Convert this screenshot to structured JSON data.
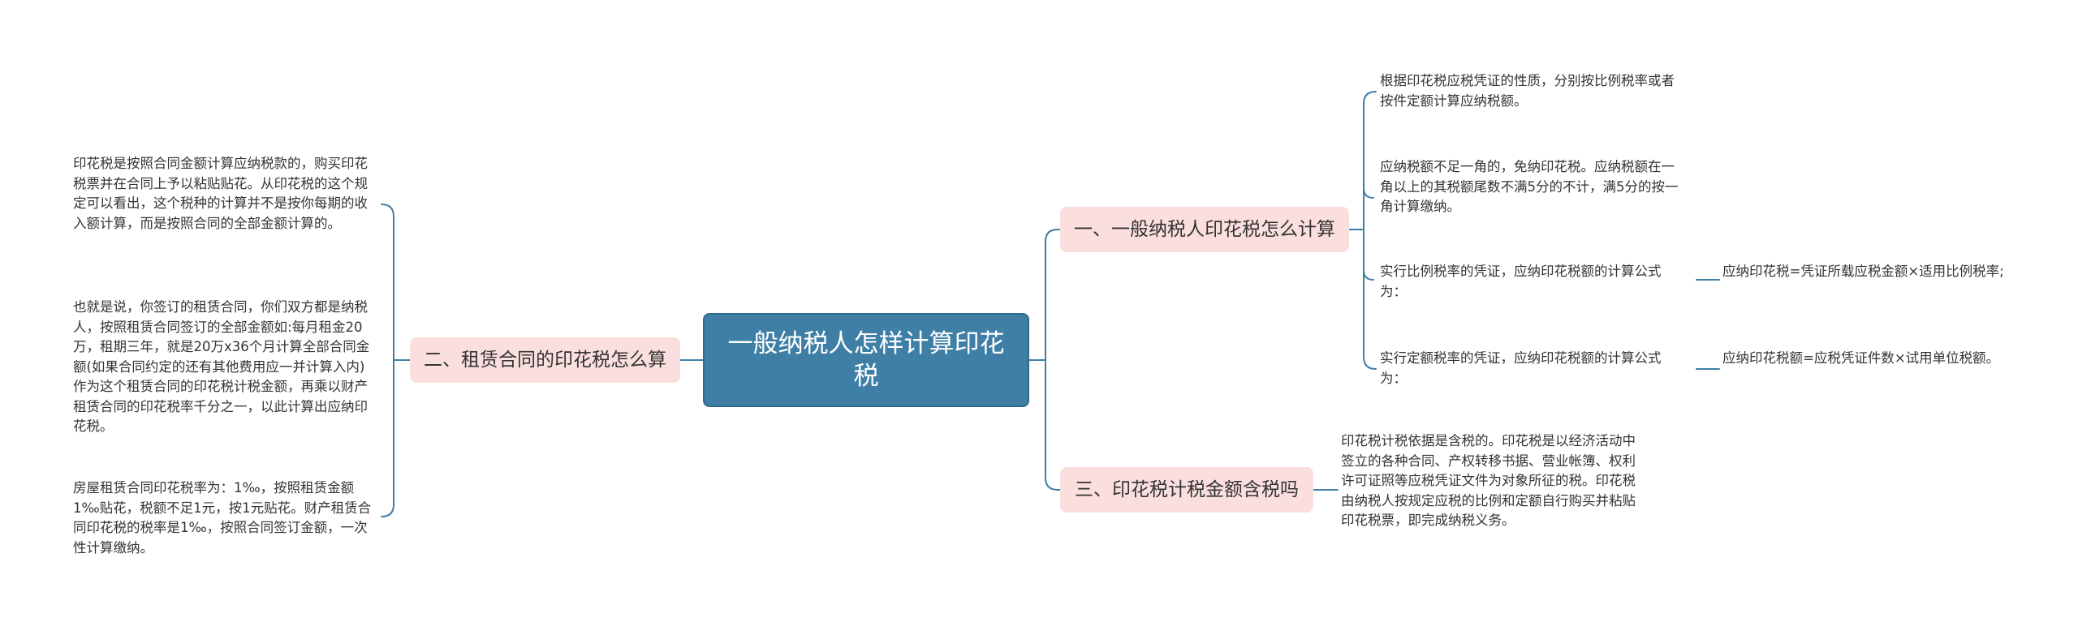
{
  "colors": {
    "root_fill": "#3f7fa6",
    "branch_fill": "#fbdede",
    "line": "#3f7fa6",
    "text": "#333333"
  },
  "root": {
    "label": "一般纳税人怎样计算印花税"
  },
  "left": {
    "branch": "二、租赁合同的印花税怎么算",
    "leaves": [
      "印花税是按照合同金额计算应纳税款的，购买印花税票并在合同上予以粘贴贴花。从印花税的这个规定可以看出，这个税种的计算并不是按你每期的收入额计算，而是按照合同的全部金额计算的。",
      "也就是说，你签订的租赁合同，你们双方都是纳税人，按照租赁合同签订的全部金额如:每月租金20万，租期三年，就是20万x36个月计算全部合同金额(如果合同约定的还有其他费用应一并计算入内)作为这个租赁合同的印花税计税金额，再乘以财产租赁合同的印花税率千分之一，以此计算出应纳印花税。",
      "房屋租赁合同印花税率为：1‰，按照租赁金额1‰贴花，税额不足1元，按1元贴花。财产租赁合同印花税的税率是1‰，按照合同签订金额，一次性计算缴纳。"
    ]
  },
  "right_top": {
    "branch": "一、一般纳税人印花税怎么计算",
    "leaves": [
      "根据印花税应税凭证的性质，分别按比例税率或者按件定额计算应纳税额。",
      "应纳税额不足一角的，免纳印花税。应纳税额在一角以上的其税额尾数不满5分的不计，满5分的按一角计算缴纳。",
      "实行比例税率的凭证，应纳印花税额的计算公式为：",
      "实行定额税率的凭证，应纳印花税额的计算公式为："
    ],
    "formulas": [
      "应纳印花税=凭证所载应税金额×适用比例税率;",
      "应纳印花税额=应税凭证件数×试用单位税额。"
    ]
  },
  "right_bottom": {
    "branch": "三、印花税计税金额含税吗",
    "leaf": "印花税计税依据是含税的。印花税是以经济活动中签立的各种合同、产权转移书据、营业帐簿、权利许可证照等应税凭证文件为对象所征的税。印花税由纳税人按规定应税的比例和定额自行购买并粘贴印花税票，即完成纳税义务。"
  }
}
